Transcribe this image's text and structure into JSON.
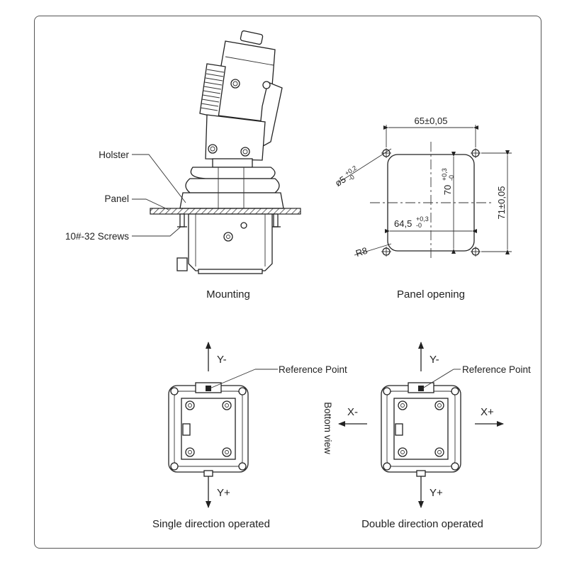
{
  "mounting": {
    "caption": "Mounting",
    "labels": {
      "holster": "Holster",
      "panel": "Panel",
      "screws": "10#-32 Screws"
    }
  },
  "panel_opening": {
    "caption": "Panel opening",
    "dim_width": "65±0,05",
    "dim_height": "71±0,05",
    "dim_hole": "ø5",
    "dim_hole_tol_plus": "+0,2",
    "dim_hole_tol_minus": "-0",
    "dim_inner_height": "70",
    "dim_inner_height_tol_plus": "+0,3",
    "dim_inner_height_tol_minus": "-0",
    "dim_inner_width": "64,5",
    "dim_inner_width_tol_plus": "+0,3",
    "dim_inner_width_tol_minus": "-0",
    "dim_radius": "R8"
  },
  "bottom_view": {
    "label": "Bottom view",
    "single": {
      "caption": "Single direction operated",
      "reference": "Reference Point",
      "y_minus": "Y-",
      "y_plus": "Y+"
    },
    "double": {
      "caption": "Double direction operated",
      "reference": "Reference Point",
      "y_minus": "Y-",
      "y_plus": "Y+",
      "x_minus": "X-",
      "x_plus": "X+"
    }
  }
}
